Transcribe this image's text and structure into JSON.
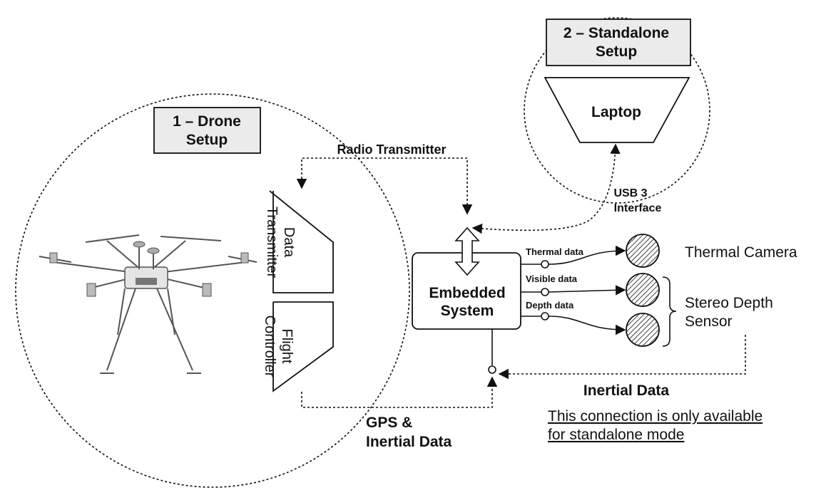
{
  "colors": {
    "box_fill": "#ebebeb",
    "stroke": "#111111",
    "background": "#ffffff"
  },
  "icons": [
    "hexacopter-drone-icon",
    "hatched-sensor-icon"
  ],
  "setups": {
    "drone": {
      "line1": "1 – Drone",
      "line2": "Setup"
    },
    "standalone": {
      "line1": "2 – Standalone",
      "line2": "Setup"
    }
  },
  "components": {
    "laptop": "Laptop",
    "embedded": {
      "line1": "Embedded",
      "line2": "System"
    },
    "data_transmitter": {
      "line1": "Data",
      "line2": "Transmitter"
    },
    "flight_controller": {
      "line1": "Flight",
      "line2": "Controller"
    }
  },
  "connections": {
    "radio": "Radio Transmitter",
    "usb": {
      "line1": "USB 3",
      "line2": "Interface"
    },
    "gps": {
      "line1": "GPS &",
      "line2": "Inertial Data"
    },
    "inertial": "Inertial Data",
    "thermal_data": "Thermal data",
    "visible_data": "Visible data",
    "depth_data": "Depth data"
  },
  "sensors": {
    "thermal_camera": "Thermal Camera",
    "stereo": {
      "line1": "Stereo Depth",
      "line2": "Sensor"
    }
  },
  "note": {
    "line1": "This connection is only available",
    "line2": "for standalone mode"
  }
}
